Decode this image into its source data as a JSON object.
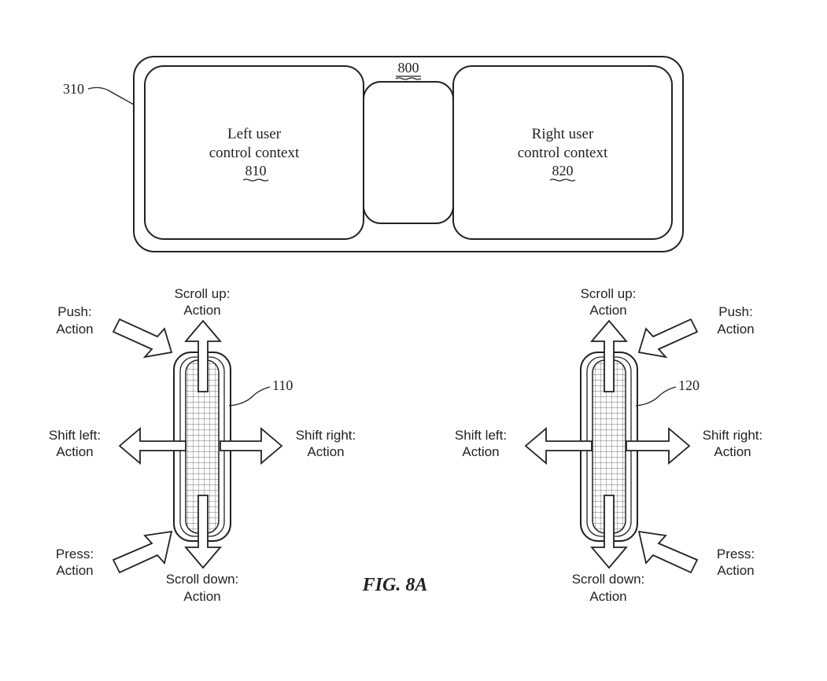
{
  "device": {
    "ref_outer": "310",
    "ref_center": "800",
    "left_context": {
      "line1": "Left user",
      "line2": "control context",
      "ref": "810"
    },
    "right_context": {
      "line1": "Right user",
      "line2": "control context",
      "ref": "820"
    }
  },
  "left_controller": {
    "ref": "110",
    "push": {
      "line1": "Push:",
      "line2": "Action"
    },
    "scroll_up": {
      "line1": "Scroll up:",
      "line2": "Action"
    },
    "shift_left": {
      "line1": "Shift left:",
      "line2": "Action"
    },
    "shift_right": {
      "line1": "Shift right:",
      "line2": "Action"
    },
    "press": {
      "line1": "Press:",
      "line2": "Action"
    },
    "scroll_down": {
      "line1": "Scroll down:",
      "line2": "Action"
    }
  },
  "right_controller": {
    "ref": "120",
    "push": {
      "line1": "Push:",
      "line2": "Action"
    },
    "scroll_up": {
      "line1": "Scroll up:",
      "line2": "Action"
    },
    "shift_left": {
      "line1": "Shift left:",
      "line2": "Action"
    },
    "shift_right": {
      "line1": "Shift right:",
      "line2": "Action"
    },
    "press": {
      "line1": "Press:",
      "line2": "Action"
    },
    "scroll_down": {
      "line1": "Scroll down:",
      "line2": "Action"
    }
  },
  "figure_label": "FIG. 8A"
}
